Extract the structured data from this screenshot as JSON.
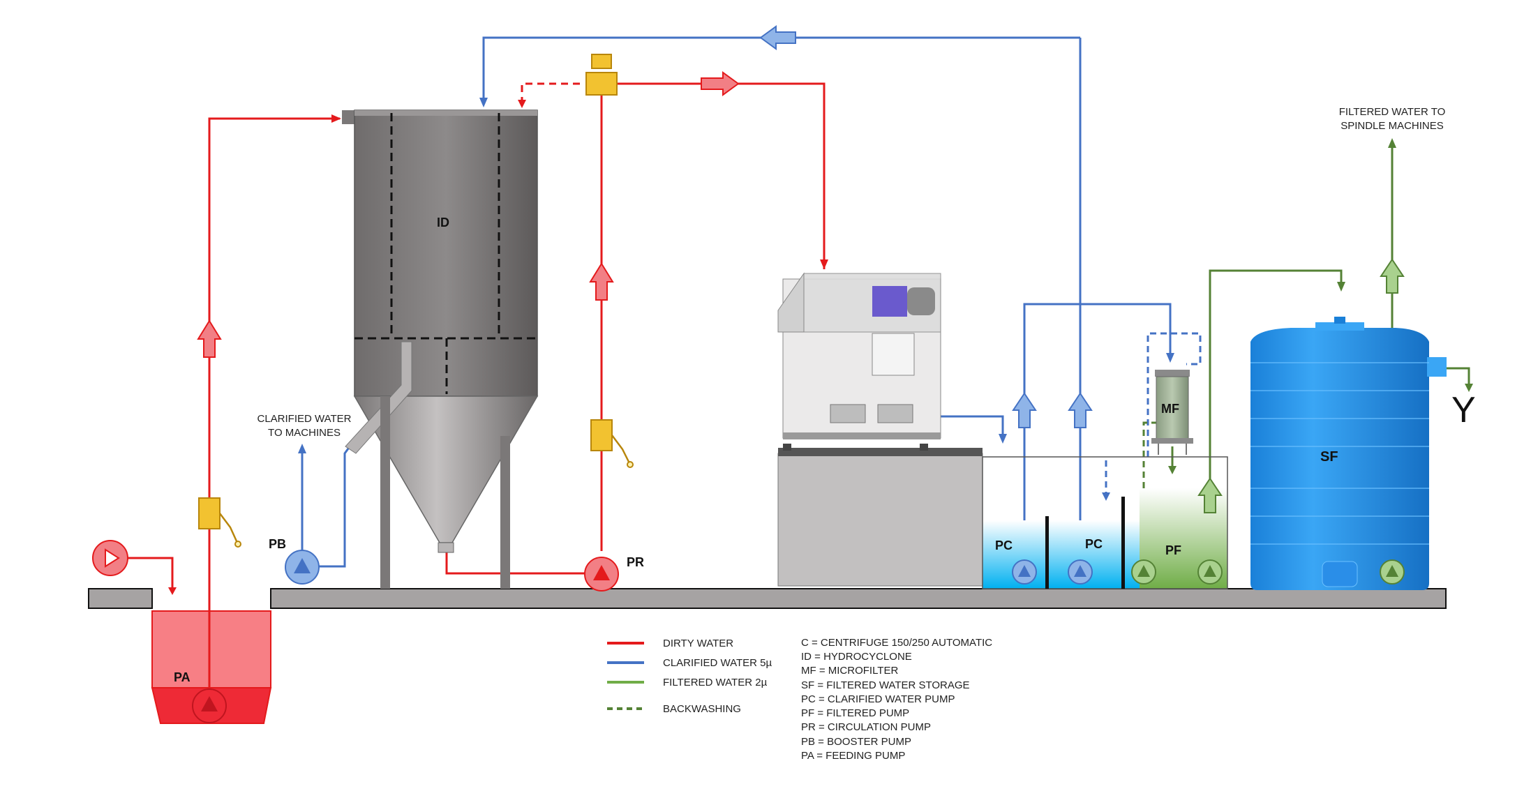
{
  "colors": {
    "dirty": "#e41a1c",
    "clarified": "#4472c4",
    "filtered": "#548235",
    "backwash": "#548235",
    "pump_dirty": "#f27f85",
    "pump_clarified": "#8fb4e8",
    "pump_filtered": "#a9d18e",
    "valve": "#f2c230",
    "tank_storage": "#1e90e8",
    "floor": "#a6a3a3"
  },
  "labels": {
    "id": "ID",
    "pa": "PA",
    "pb": "PB",
    "pr": "PR",
    "pc_left": "PC",
    "pc_right": "PC",
    "pf": "PF",
    "mf": "MF",
    "sf": "SF",
    "y_mark": "Y"
  },
  "annotations": {
    "clarified_line1": "CLARIFIED WATER",
    "clarified_line2": "TO MACHINES",
    "filtered_line1": "FILTERED WATER TO",
    "filtered_line2": "SPINDLE MACHINES"
  },
  "legend": {
    "lines": [
      {
        "label": "DIRTY WATER",
        "style": "solid",
        "color": "#e41a1c"
      },
      {
        "label": "CLARIFIED WATER 5µ",
        "style": "solid",
        "color": "#4472c4"
      },
      {
        "label": "FILTERED WATER 2µ",
        "style": "solid",
        "color": "#70ad47"
      },
      {
        "label": "BACKWASHING",
        "style": "dashed",
        "color": "#548235"
      }
    ],
    "abbreviations": [
      "C = CENTRIFUGE 150/250 AUTOMATIC",
      "ID = HYDROCYCLONE",
      "MF = MICROFILTER",
      "SF = FILTERED WATER STORAGE",
      "PC = CLARIFIED WATER PUMP",
      "PF = FILTERED PUMP",
      "PR = CIRCULATION PUMP",
      "PB = BOOSTER PUMP",
      "PA = FEEDING PUMP"
    ]
  }
}
